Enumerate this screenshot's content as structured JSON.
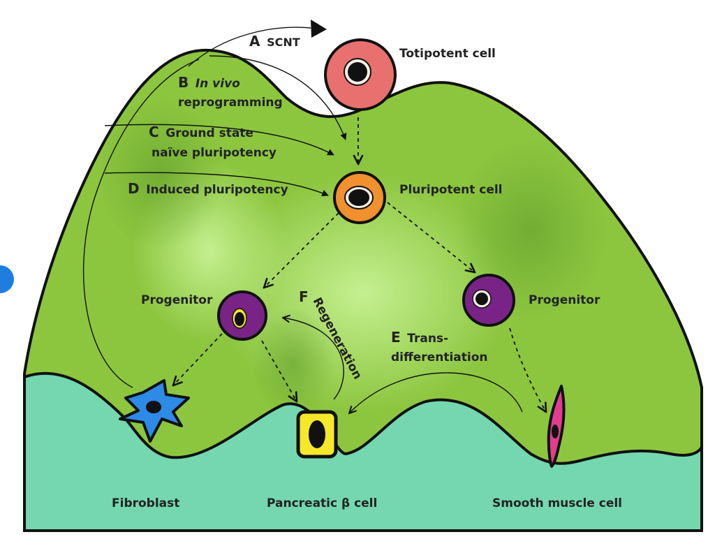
{
  "colors": {
    "landscape_green": "#8cc63f",
    "valley_light_green": "#c5ee8f",
    "ground_teal": "#74d7b0",
    "totipotent": "#e8706e",
    "pluripotent": "#f0902e",
    "progenitor": "#7a2386",
    "fibroblast": "#2d8ae6",
    "beta_cell": "#f5e82a",
    "smooth_muscle": "#e13c8e",
    "side_marker": "#1f7de0"
  },
  "routes": {
    "a": {
      "letter": "A",
      "text": "SCNT"
    },
    "b": {
      "letter": "B",
      "text_italic": "In vivo",
      "text2": "reprogramming"
    },
    "c": {
      "letter": "C",
      "text": "Ground state",
      "text2": "naïve pluripotency"
    },
    "d": {
      "letter": "D",
      "text": "Induced pluripotency"
    },
    "e": {
      "letter": "E",
      "text": "Trans-",
      "text2": "differentiation"
    },
    "f": {
      "letter": "F",
      "text": "Regeneration"
    }
  },
  "cells": {
    "totipotent": "Totipotent cell",
    "pluripotent": "Pluripotent cell",
    "progenitor_left": "Progenitor",
    "progenitor_right": "Progenitor",
    "fibroblast": "Fibroblast",
    "beta": "Pancreatic β cell",
    "smooth_muscle": "Smooth muscle cell"
  }
}
